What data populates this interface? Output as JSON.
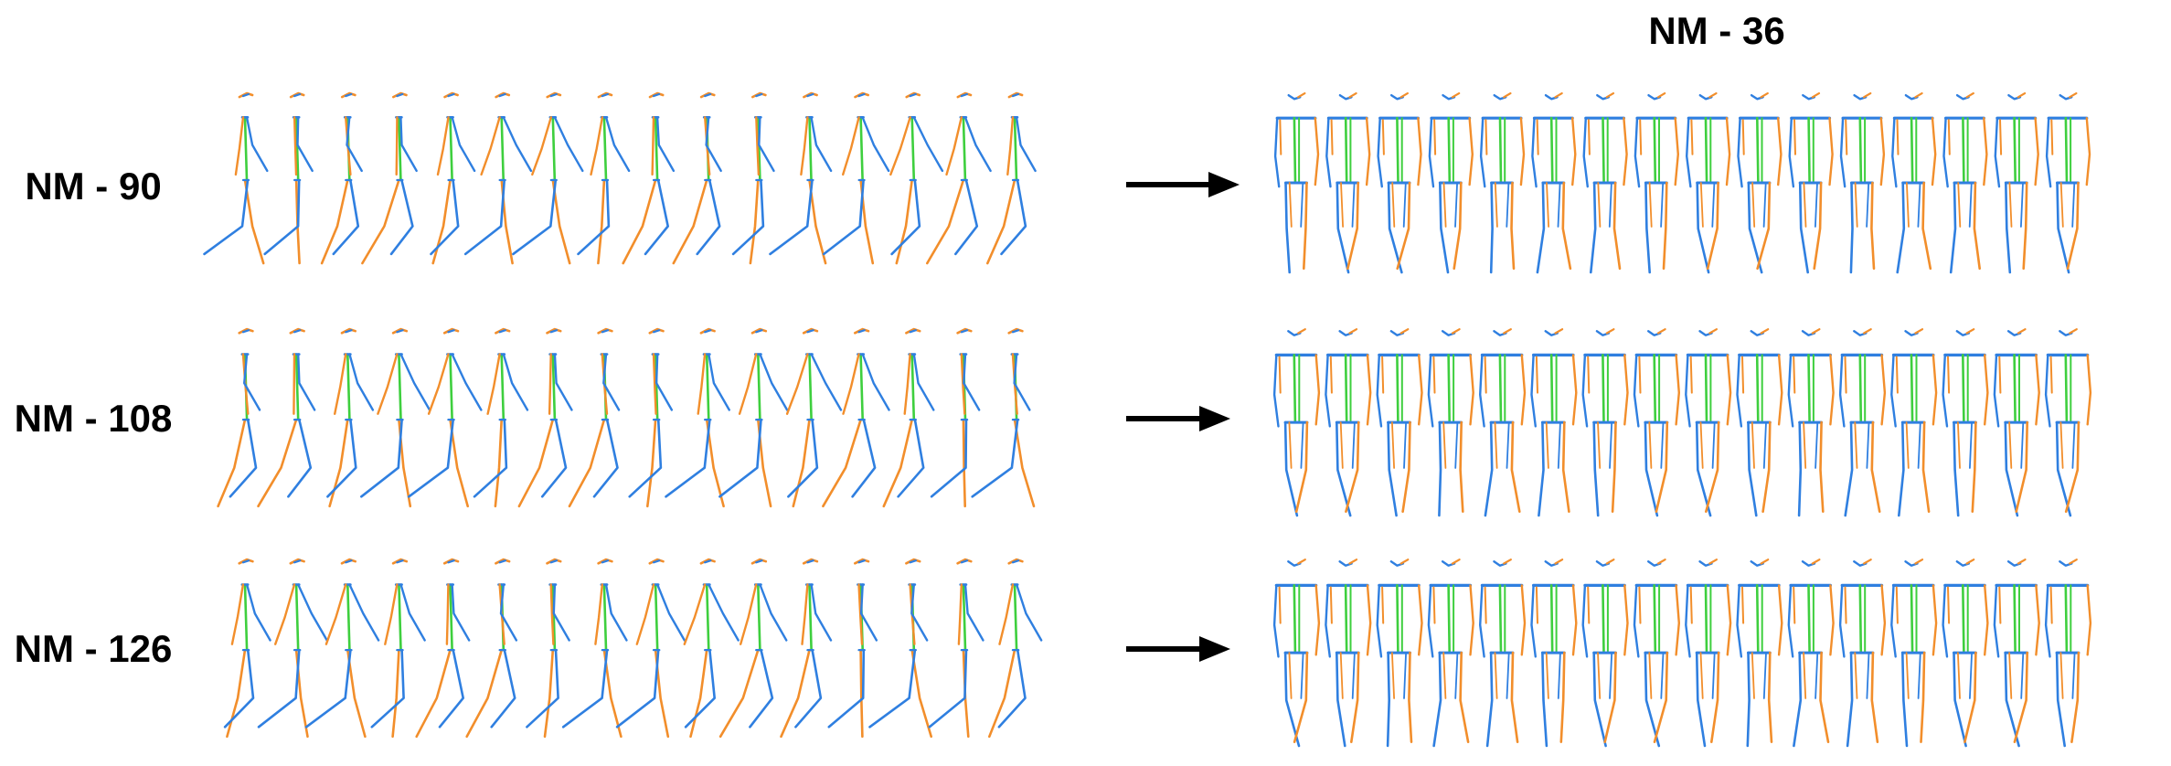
{
  "target_label": "NM - 36",
  "colors": {
    "left_limb": "#f28e2b",
    "right_limb": "#2f7fe0",
    "torso": "#3ecf3e",
    "text": "#000000",
    "arrow": "#000000"
  },
  "rows": [
    {
      "source_label": "NM - 90",
      "source_frames": 16,
      "target_frames": 16
    },
    {
      "source_label": "NM - 108",
      "source_frames": 16,
      "target_frames": 16
    },
    {
      "source_label": "NM - 126",
      "source_frames": 16,
      "target_frames": 16
    }
  ]
}
